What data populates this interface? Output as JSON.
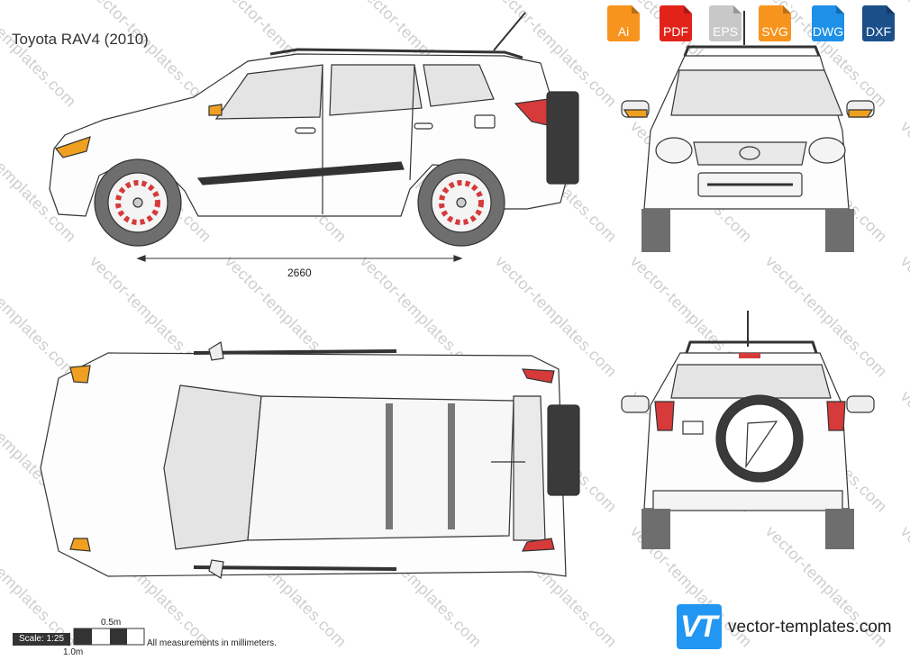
{
  "title": "Toyota RAV4 (2010)",
  "watermark": "vector-templates.com",
  "formats": [
    {
      "label": "Ai",
      "color": "#f7941d"
    },
    {
      "label": "PDF",
      "color": "#e2231a"
    },
    {
      "label": "EPS",
      "color": "#c8c8c8"
    },
    {
      "label": "SVG",
      "color": "#f7941d"
    },
    {
      "label": "DWG",
      "color": "#1e90e8"
    },
    {
      "label": "DXF",
      "color": "#1b4f8a"
    }
  ],
  "dimension_label": "2660",
  "scale": {
    "label": "Scale: 1:25",
    "half": "0.5m",
    "full": "1.0m"
  },
  "measurement_note": "All measurements in millimeters.",
  "brand": {
    "logo_text": "VT",
    "url": "vector-templates.com"
  },
  "colors": {
    "accent_orange": "#f0a020",
    "tail_red": "#d63a3a",
    "glass_gray": "#e4e4e4",
    "tire_gray": "#6e6e6e",
    "spare_dark": "#3a3a3a"
  }
}
